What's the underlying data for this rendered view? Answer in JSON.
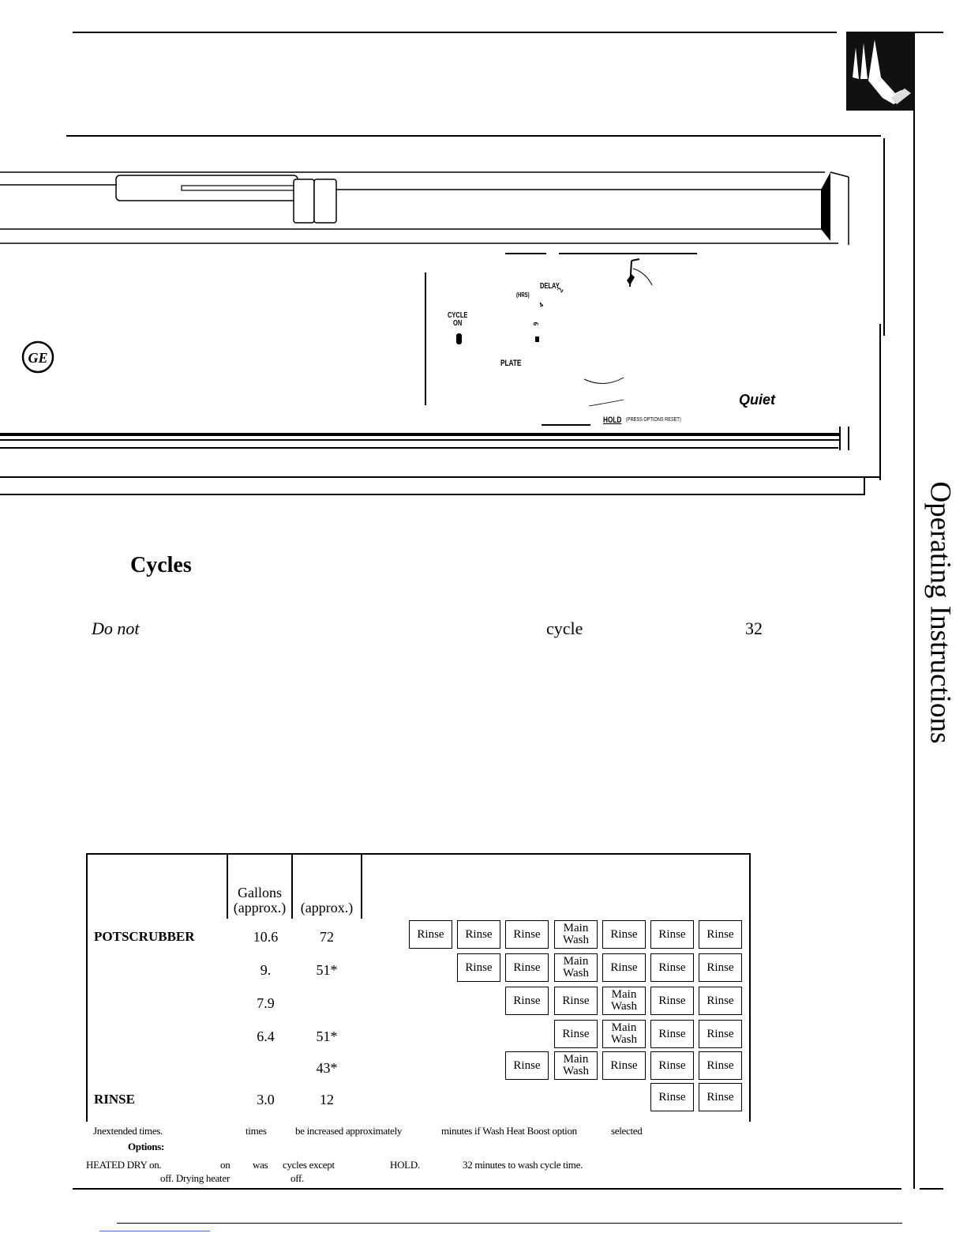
{
  "side_title": "Operating Instructions",
  "control_panel": {
    "delay_label": "DELAY",
    "hrs_label": "(HRS)",
    "cycle_on_line1": "CYCLE",
    "cycle_on_line2": "ON",
    "plate_label": "PLATE",
    "hold_label": "HOLD",
    "press_options_reset": "(PRESS OPTIONS RESET)",
    "quiet_label": "Quiet",
    "dial_numbers": [
      "2",
      "4",
      "6"
    ]
  },
  "section": {
    "heading": "Cycles",
    "body_fragments": [
      "Do not",
      "cycle",
      "32"
    ]
  },
  "table": {
    "header_gallons": [
      "Gallons",
      "(approx.)"
    ],
    "header_minutes": "(approx.)",
    "rows": [
      {
        "name": "POTSCRUBBER",
        "gallons": "10.6",
        "minutes": "72",
        "cells": [
          "Rinse",
          "Rinse",
          "Rinse",
          "Main Wash",
          "Rinse",
          "Rinse",
          "Rinse"
        ]
      },
      {
        "name": "",
        "gallons": "9.",
        "minutes": "51*",
        "cells": [
          "Rinse",
          "Rinse",
          "Main Wash",
          "Rinse",
          "Rinse",
          "Rinse"
        ]
      },
      {
        "name": "",
        "gallons": "7.9",
        "minutes": "",
        "cells": [
          "Rinse",
          "Rinse",
          "Main Wash",
          "Rinse",
          "Rinse"
        ]
      },
      {
        "name": "",
        "gallons": "6.4",
        "minutes": "51*",
        "cells": [
          "Rinse",
          "Main Wash",
          "Rinse",
          "Rinse"
        ]
      },
      {
        "name": "",
        "gallons": "",
        "minutes": "43*",
        "cells": [
          "Rinse",
          "Main Wash",
          "Rinse",
          "Rinse",
          "Rinse"
        ]
      },
      {
        "name": "RINSE",
        "gallons": "3.0",
        "minutes": "12",
        "cells": [
          "Rinse",
          "Rinse"
        ]
      }
    ]
  },
  "notes": {
    "line1": [
      "Jnextended times.",
      "times",
      "be increased approximately",
      "minutes if Wash Heat Boost option",
      "selected"
    ],
    "options_label": "Options:",
    "line3": [
      "HEATED DRY on.",
      "on",
      "was",
      "cycles except",
      "HOLD.",
      "32 minutes to wash cycle time."
    ],
    "line4": [
      "off. Drying heater",
      "off."
    ]
  }
}
